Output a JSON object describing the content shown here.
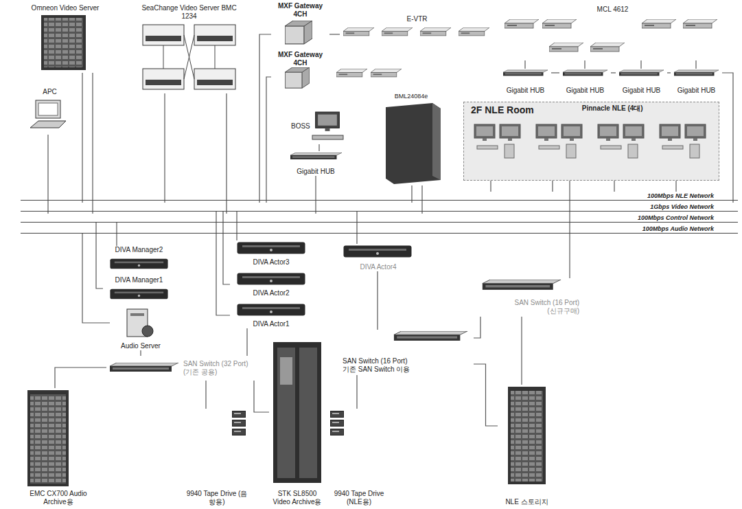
{
  "diagram": {
    "nodes": [
      {
        "text": [
          "Omneon Video Server"
        ]
      },
      {
        "text": [
          "SeaChange Video Server BMC 1234"
        ]
      },
      {
        "text": [
          "APC"
        ]
      },
      {
        "text": [
          "MXF Gateway 4CH"
        ]
      },
      {
        "text": [
          "MXF Gateway 4CH"
        ]
      },
      {
        "text": [
          "E-VTR"
        ]
      },
      {
        "text": [
          "MCL 4612"
        ]
      },
      {
        "text": [
          "Gigabit HUB"
        ]
      },
      {
        "text": [
          "Gigabit HUB"
        ]
      },
      {
        "text": [
          "Gigabit HUB"
        ]
      },
      {
        "text": [
          "Gigabit HUB"
        ]
      },
      {
        "text": [
          "BOSS"
        ]
      },
      {
        "text": [
          "Gigabit HUB"
        ]
      },
      {
        "text": [
          "BML24084e"
        ]
      },
      {
        "text": [
          "2F NLE Room",
          "Pinnacle NLE (4대)"
        ]
      },
      {
        "text": [
          "100Mbps NLE Network"
        ]
      },
      {
        "text": [
          "1Gbps Video Network"
        ]
      },
      {
        "text": [
          "100Mbps Control Network"
        ]
      },
      {
        "text": [
          "100Mbps Audio Network"
        ]
      },
      {
        "text": [
          "DIVA Manager2"
        ]
      },
      {
        "text": [
          "DIVA Manager1"
        ]
      },
      {
        "text": [
          "Audio Server"
        ]
      },
      {
        "text": [
          "DIVA Actor3"
        ]
      },
      {
        "text": [
          "DIVA Actor2"
        ]
      },
      {
        "text": [
          "DIVA Actor1"
        ]
      },
      {
        "text": [
          "DIVA Actor4"
        ]
      },
      {
        "text": [
          "SAN Switch (32 Port)",
          "(기존 공용)"
        ]
      },
      {
        "text": [
          "SAN Switch (16 Port)",
          "(신규구매)"
        ]
      },
      {
        "text": [
          "SAN Switch (16 Port)",
          "기존 SAN Switch 이용"
        ]
      },
      {
        "text": [
          "EMC CX700 Audio Archive용"
        ]
      },
      {
        "text": [
          "9940 Tape Drive (음향용)"
        ]
      },
      {
        "text": [
          "STK SL8500 Video Archive용"
        ]
      },
      {
        "text": [
          "9940 Tape Drive (NLE용)"
        ]
      },
      {
        "text": [
          "NLE 스토리지"
        ]
      }
    ],
    "edges": [
      {
        "from": 0,
        "to": 16,
        "arrow": "none"
      },
      {
        "from": 0,
        "to": 17,
        "arrow": "none"
      },
      {
        "from": 2,
        "to": 17,
        "arrow": "none"
      },
      {
        "from": 1,
        "to": 16,
        "arrow": "none"
      },
      {
        "from": 1,
        "to": 17,
        "arrow": "none"
      },
      {
        "from": 3,
        "to": 16,
        "arrow": "none"
      },
      {
        "from": 4,
        "to": 16,
        "arrow": "none"
      },
      {
        "from": 5,
        "to": 3,
        "arrow": "none"
      },
      {
        "from": 6,
        "to": 7,
        "arrow": "none"
      },
      {
        "from": 6,
        "to": 8,
        "arrow": "none"
      },
      {
        "from": 6,
        "to": 9,
        "arrow": "none"
      },
      {
        "from": 6,
        "to": 10,
        "arrow": "none"
      },
      {
        "from": 7,
        "to": 8,
        "arrow": "none"
      },
      {
        "from": 8,
        "to": 9,
        "arrow": "none"
      },
      {
        "from": 9,
        "to": 10,
        "arrow": "none"
      },
      {
        "from": 10,
        "to": 16,
        "arrow": "none"
      },
      {
        "from": 11,
        "to": 12,
        "arrow": "none"
      },
      {
        "from": 12,
        "to": 17,
        "arrow": "none"
      },
      {
        "from": 13,
        "to": 16,
        "arrow": "none"
      },
      {
        "from": 13,
        "to": 17,
        "arrow": "none"
      },
      {
        "from": 14,
        "to": 15,
        "arrow": "none"
      },
      {
        "from": 14,
        "to": 15,
        "arrow": "none"
      },
      {
        "from": 14,
        "to": 15,
        "arrow": "none"
      },
      {
        "from": 14,
        "to": 15,
        "arrow": "none"
      },
      {
        "from": 19,
        "to": 17,
        "arrow": "none"
      },
      {
        "from": 20,
        "to": 17,
        "arrow": "none"
      },
      {
        "from": 21,
        "to": 18,
        "arrow": "none"
      },
      {
        "from": 22,
        "to": 16,
        "arrow": "none"
      },
      {
        "from": 23,
        "to": 16,
        "arrow": "none"
      },
      {
        "from": 24,
        "to": 16,
        "arrow": "none"
      },
      {
        "from": 25,
        "to": 16,
        "arrow": "none"
      },
      {
        "from": 21,
        "to": 26,
        "arrow": "none"
      },
      {
        "from": 29,
        "to": 26,
        "arrow": "none"
      },
      {
        "from": 24,
        "to": 26,
        "arrow": "none"
      },
      {
        "from": 26,
        "to": 30,
        "arrow": "none"
      },
      {
        "from": 26,
        "to": 31,
        "arrow": "none"
      },
      {
        "from": 25,
        "to": 28,
        "arrow": "none"
      },
      {
        "from": 28,
        "to": 32,
        "arrow": "none"
      },
      {
        "from": 27,
        "to": 28,
        "arrow": "none"
      },
      {
        "from": 27,
        "to": 33,
        "arrow": "none"
      },
      {
        "from": 28,
        "to": 33,
        "arrow": "none"
      },
      {
        "from": 27,
        "to": 14,
        "arrow": "none"
      }
    ]
  }
}
